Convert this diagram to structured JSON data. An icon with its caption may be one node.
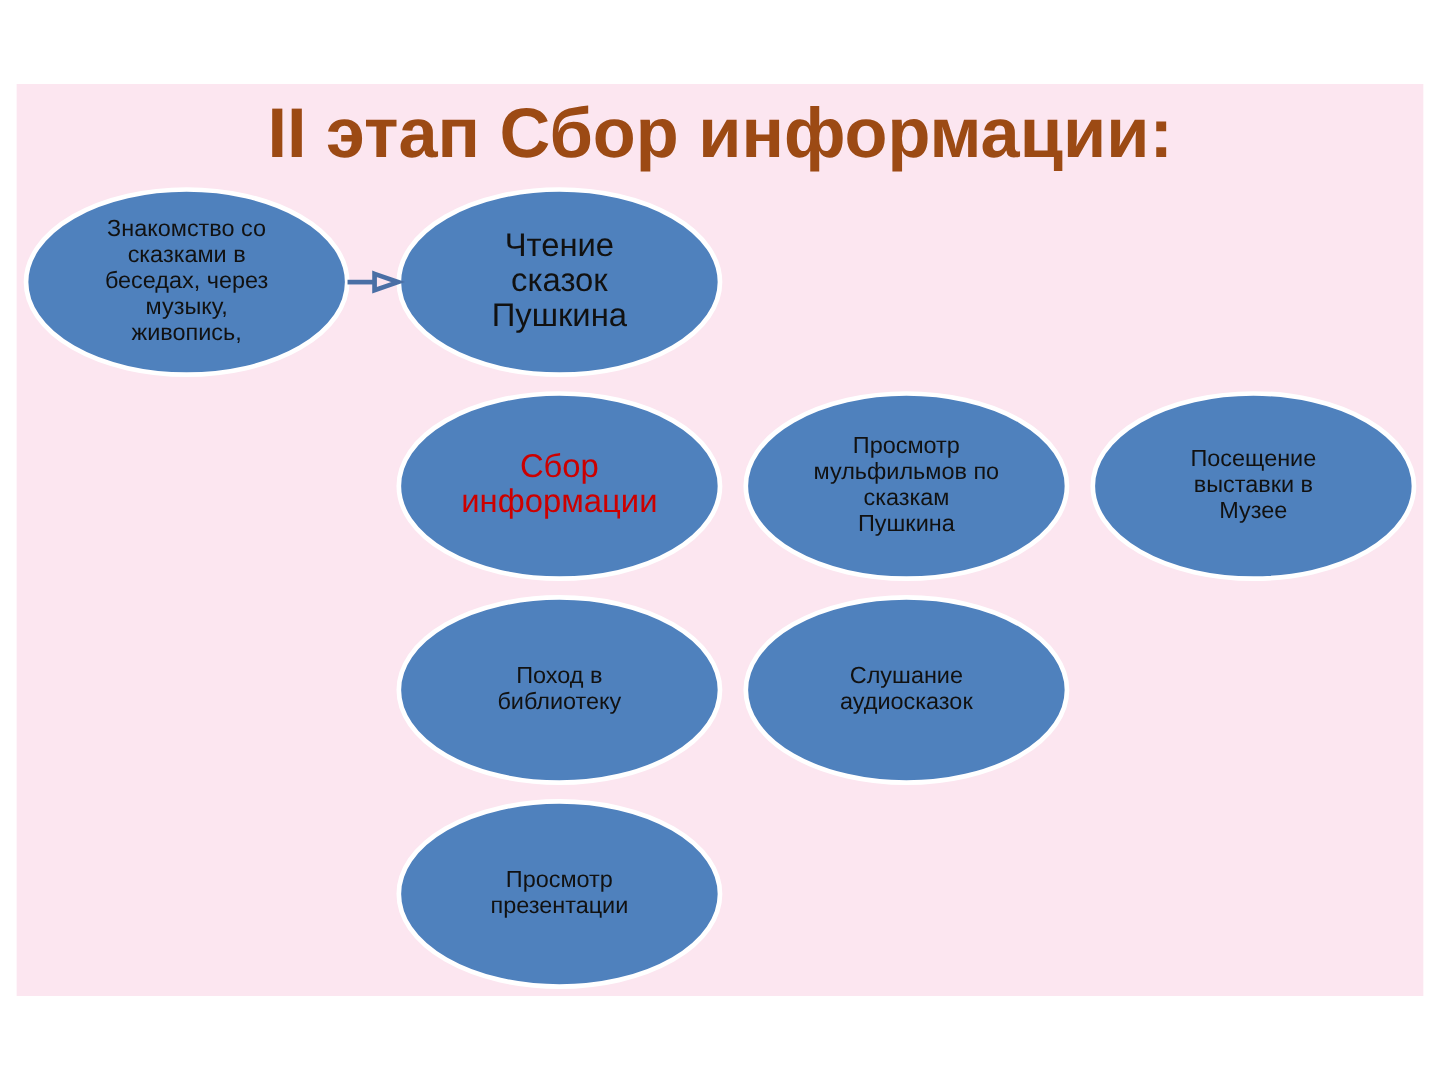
{
  "diagram": {
    "title": "II этап Сбор информации:",
    "nodes": [
      {
        "text": [
          "Знакомство со сказками в беседах, через музыку, живопись,"
        ]
      },
      {
        "text": [
          "Чтение сказок Пушкина"
        ]
      },
      {
        "text": [
          "Просмотр мульфильмов по сказкам Пушкина"
        ]
      },
      {
        "text": [
          "Сбор информации"
        ]
      },
      {
        "text": [
          "Посещение выставки в Музее"
        ]
      },
      {
        "text": [
          "Слушание аудиосказок"
        ]
      },
      {
        "text": [
          "Поход в библиотеку"
        ]
      },
      {
        "text": [
          "Просмотр презентации"
        ]
      }
    ],
    "edges": [
      {
        "from": 0,
        "to": 1,
        "arrow": "to"
      }
    ]
  }
}
